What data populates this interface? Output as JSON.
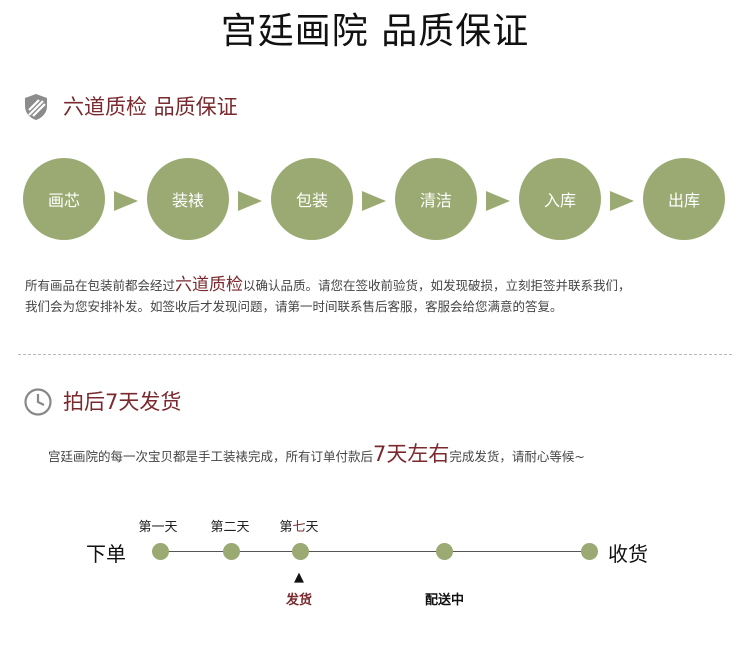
{
  "header": {
    "title": "宫廷画院 品质保证"
  },
  "quality_section": {
    "icon": "shield-icon",
    "title": "六道质检 品质保证",
    "steps": [
      "画芯",
      "装裱",
      "包装",
      "清洁",
      "入库",
      "出库"
    ],
    "text_part1": "所有画品在包装前都会经过",
    "text_highlight": "六道质检",
    "text_part2": "以确认品质。请您在签收前验货，如发现破损，立刻拒签并联系我们，",
    "text_line2": "我们会为您安排补发。如签收后才发现问题，请第一时间联系售后客服，客服会给您满意的答复。"
  },
  "shipping_section": {
    "icon": "clock-icon",
    "title": "拍后7天发货",
    "text_part1": "宫廷画院的每一次宝贝都是手工装裱完成，所有订单付款后",
    "text_highlight": "7天左右",
    "text_part2": "完成发货，请耐心等候~"
  },
  "timeline": {
    "start_label": "下单",
    "end_label": "收货",
    "days": [
      "第一天",
      "第二天"
    ],
    "day7_prefix": "第",
    "day7_highlight": "七",
    "day7_suffix": "天",
    "marker_symbol": "▲",
    "ship_label": "发货",
    "transit_label": "配送中",
    "colors": {
      "accent": "#7a2a2f",
      "green": "#9aaa72"
    }
  }
}
